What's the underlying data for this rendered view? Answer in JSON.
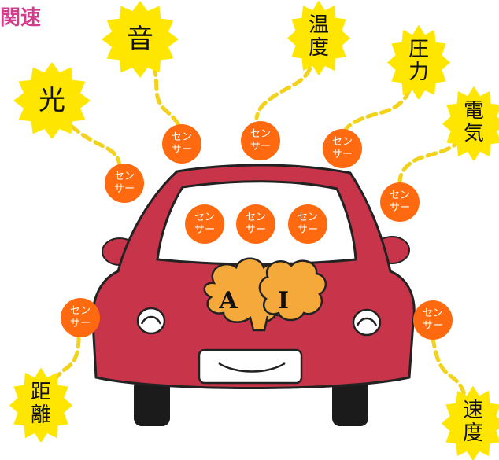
{
  "corner_title": "関速",
  "sensor_label_top": "セン",
  "sensor_label_bottom": "サー",
  "ai_letters": [
    "A",
    "I"
  ],
  "colors": {
    "burst": "#ffe600",
    "badge": "#ff6a10",
    "car_body": "#c8344a",
    "connector": "#f2d21b",
    "brain": "#f4a93a",
    "title": "#d23c8c"
  },
  "senses": [
    {
      "id": "light",
      "lines": [
        "光"
      ]
    },
    {
      "id": "sound",
      "lines": [
        "音"
      ]
    },
    {
      "id": "temperature",
      "lines": [
        "温",
        "度"
      ]
    },
    {
      "id": "pressure",
      "lines": [
        "圧",
        "力"
      ]
    },
    {
      "id": "electricity",
      "lines": [
        "電",
        "気"
      ]
    },
    {
      "id": "distance",
      "lines": [
        "距",
        "離"
      ]
    },
    {
      "id": "speed",
      "lines": [
        "速",
        "度"
      ]
    }
  ]
}
